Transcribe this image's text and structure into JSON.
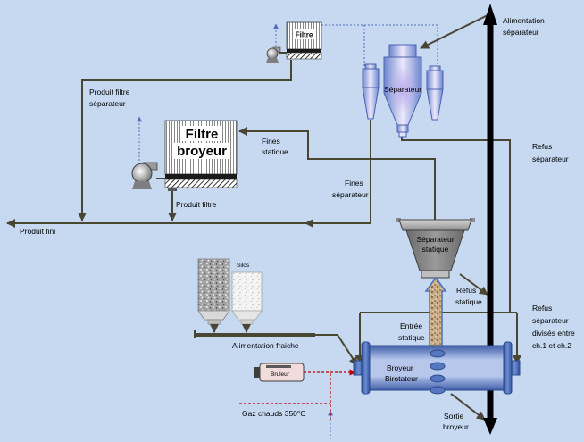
{
  "labels": {
    "alimentation_separateur": [
      "Alimentation",
      "séparateur"
    ],
    "filtre_separateur": "Filtre",
    "separateur": "Séparateur",
    "produit_filtre_separateur": [
      "Produit filtre",
      "séparateur"
    ],
    "filtre_broyeur": [
      "Filtre",
      "broyeur"
    ],
    "fines_statique": [
      "Fines",
      "statique"
    ],
    "refus_separateur": [
      "Refus",
      "séparateur"
    ],
    "fines_separateur": [
      "Fines",
      "séparateur"
    ],
    "produit_filtre": "Produit filtre",
    "produit_fini": "Produit fini",
    "separateur_statique": [
      "Séparateur",
      "statique"
    ],
    "silos": "Silos",
    "refus_statique": [
      "Refus",
      "statique"
    ],
    "refus_separateur_divises": [
      "Refus",
      "séparateur",
      "divisés entre",
      "ch.1 et ch.2"
    ],
    "entree_statique": [
      "Entrée",
      "statique"
    ],
    "alimentation_fraiche": "Alimentation fraiche",
    "broyeur_birotateur": [
      "Broyeur",
      "Birotateur"
    ],
    "bruleur": "Bruleur",
    "gaz_chauds": "Gaz chauds 350°C",
    "sortie_broyeur": [
      "Sortie",
      "broyeur"
    ]
  },
  "colors": {
    "background": "#c6d9f1",
    "flow_line": "#4a4634",
    "hot_gas": "#c00000",
    "air_flow": "#4f6fbf",
    "elevator": "#000000"
  }
}
